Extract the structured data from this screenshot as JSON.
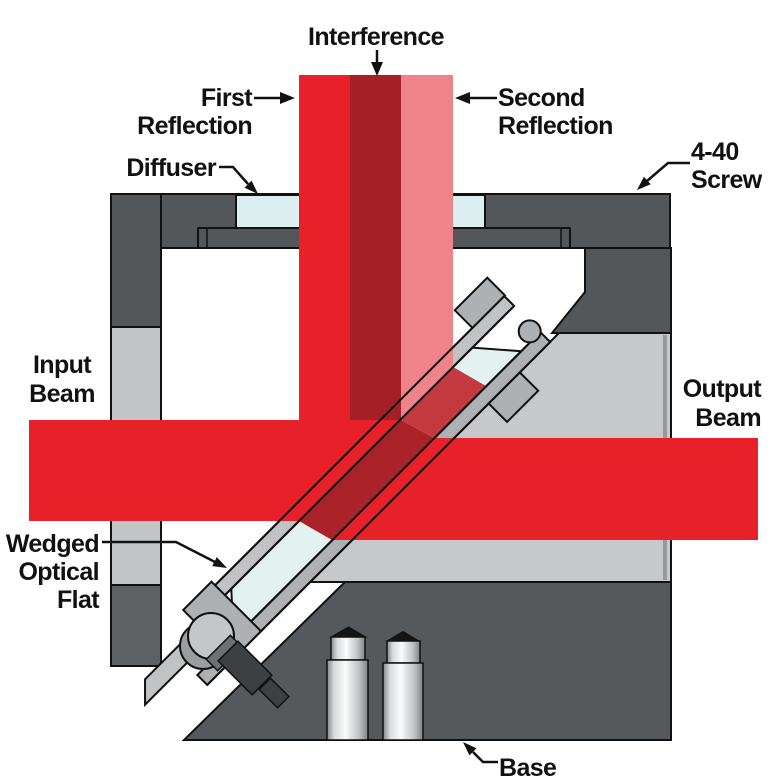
{
  "diagram": {
    "type": "optical-schematic",
    "labels": {
      "interference": "Interference",
      "first_reflection": [
        "First",
        "Reflection"
      ],
      "second_reflection": [
        "Second",
        "Reflection"
      ],
      "diffuser": "Diffuser",
      "screw": [
        "4-40",
        "Screw"
      ],
      "input_beam": [
        "Input",
        "Beam"
      ],
      "output_beam": [
        "Output",
        "Beam"
      ],
      "wedged_flat": [
        "Wedged",
        "Optical",
        "Flat"
      ],
      "base": "Base"
    },
    "colors": {
      "beam_bright": "#e8202a",
      "beam_interference": "#a42028",
      "beam_inside": "#ab2129",
      "beam_second": "#f0828a",
      "beam_mid": "#c43a40",
      "glass": "#e3f2f1",
      "diffuser": "#dceef0",
      "housing": "#54575a",
      "base": "#56595b",
      "wall_light": "#c2c4c6",
      "wall_dark": "#5d6164",
      "slab": "#c6c8ca",
      "holder": "#c0c2c4",
      "holder_dark": "#aeb1b3",
      "knob": "#c4c6c8",
      "knob_back": "#9b9ea0",
      "bolt": "#3d4042",
      "post_tip": "#141414",
      "outline": "#111111"
    }
  }
}
